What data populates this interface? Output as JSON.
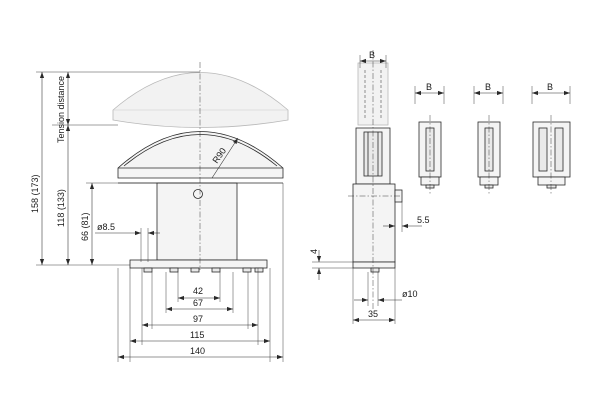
{
  "dimensions": {
    "overall_height": "158 (173)",
    "tension_distance": "Tension distance",
    "height_118": "118 (133)",
    "height_66": "66 (81)",
    "dia_8_5": "ø8.5",
    "radius_90": "R90",
    "width_42": "42",
    "width_67": "67",
    "width_97": "97",
    "width_115": "115",
    "width_140": "140",
    "width_b": "B",
    "offset_5_5": "5.5",
    "thickness_4": "4",
    "dia_10": "ø10",
    "width_35": "35"
  },
  "colors": {
    "line": "#2a2a2a",
    "fill": "#f4f4f4",
    "ghost": "#b8b8b8"
  }
}
